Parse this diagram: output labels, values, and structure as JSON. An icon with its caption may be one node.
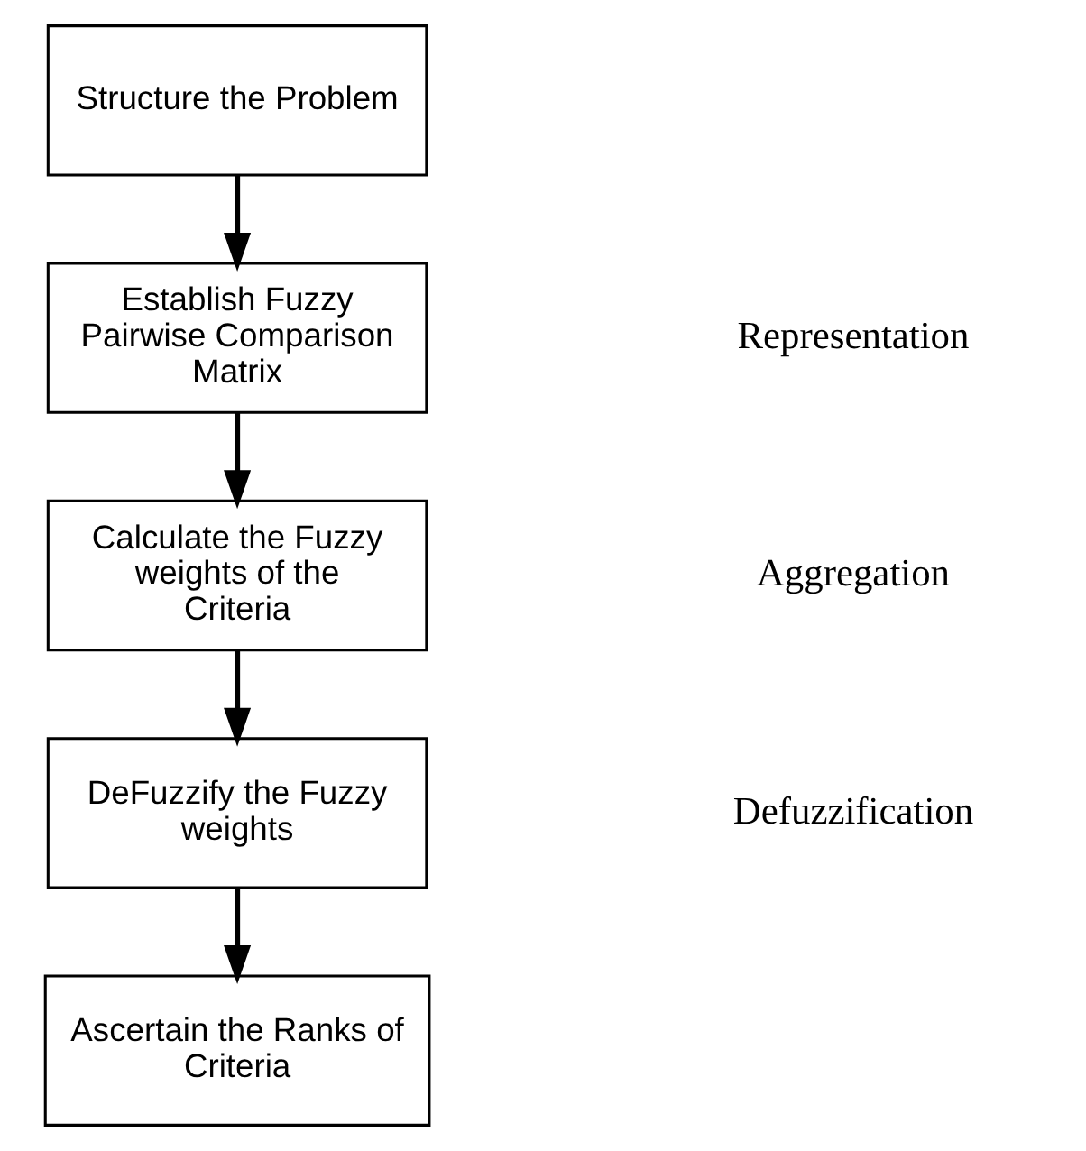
{
  "diagram": {
    "nodes": [
      {
        "text": [
          "Structure the Problem"
        ]
      },
      {
        "text": [
          "Establish Fuzzy Pairwise Comparison Matrix"
        ]
      },
      {
        "text": [
          "Calculate the Fuzzy weights of the Criteria"
        ]
      },
      {
        "text": [
          "DeFuzzify the Fuzzy weights"
        ]
      },
      {
        "text": [
          "Ascertain the Ranks of Criteria"
        ]
      }
    ],
    "edges": [
      {
        "from": 0,
        "to": 1,
        "arrow": "to"
      },
      {
        "from": 1,
        "to": 2,
        "arrow": "to"
      },
      {
        "from": 2,
        "to": 3,
        "arrow": "to"
      },
      {
        "from": 3,
        "to": 4,
        "arrow": "to"
      }
    ],
    "labels": [
      "Representation",
      "Aggregation",
      "Defuzzification"
    ]
  }
}
